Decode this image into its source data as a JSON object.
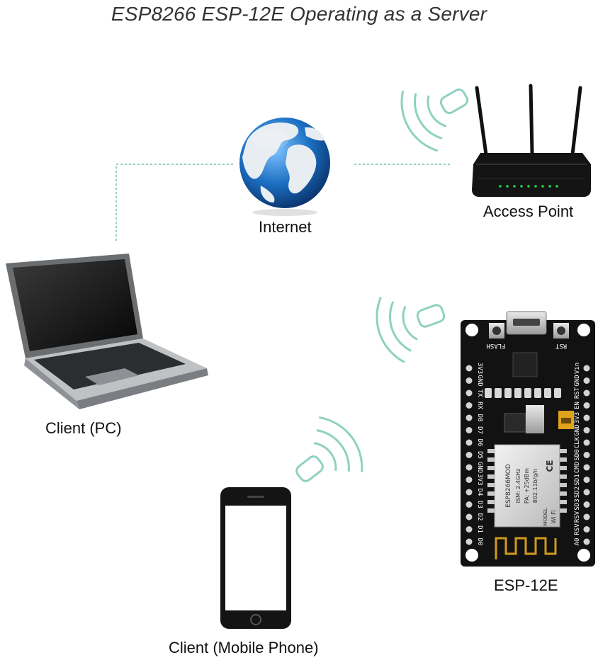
{
  "title": "ESP8266 ESP-12E Operating as a Server",
  "nodes": {
    "internet": {
      "label": "Internet",
      "icon": "globe-icon"
    },
    "access_point": {
      "label": "Access Point",
      "icon": "router-icon"
    },
    "client_pc": {
      "label": "Client (PC)",
      "icon": "laptop-icon"
    },
    "client_phone": {
      "label": "Client (Mobile Phone)",
      "icon": "phone-icon"
    },
    "esp": {
      "label": "ESP-12E",
      "icon": "esp12e-board-icon",
      "buttons": {
        "flash": "FLASH",
        "rst": "RST"
      },
      "pins_left": [
        "3V3",
        "GND",
        "TX",
        "RX",
        "D8",
        "D7",
        "D6",
        "D5",
        "GND",
        "3V3",
        "D4",
        "D3",
        "D2",
        "D1",
        "D0"
      ],
      "pins_right": [
        "Vin",
        "GND",
        "RST",
        "EN",
        "3V3",
        "GND",
        "CLK",
        "SD0",
        "CMD",
        "SD1",
        "SD2",
        "SD3",
        "RSV",
        "RSV",
        "A0"
      ],
      "module": {
        "name": "ESP8266MOD",
        "ism": "ISM: 2.4GHz",
        "pa": "PA: +25dBm",
        "standard": "802.11b/g/n",
        "model": "MODEL",
        "wifi": "Wi Fi",
        "ce": "CE"
      }
    }
  },
  "colors": {
    "connector": "#8fd1c0",
    "wifi_waves": "#8fd1c0",
    "globe_ocean": "#1b6fc2",
    "globe_land": "#e8edf2",
    "board": "#121212"
  }
}
